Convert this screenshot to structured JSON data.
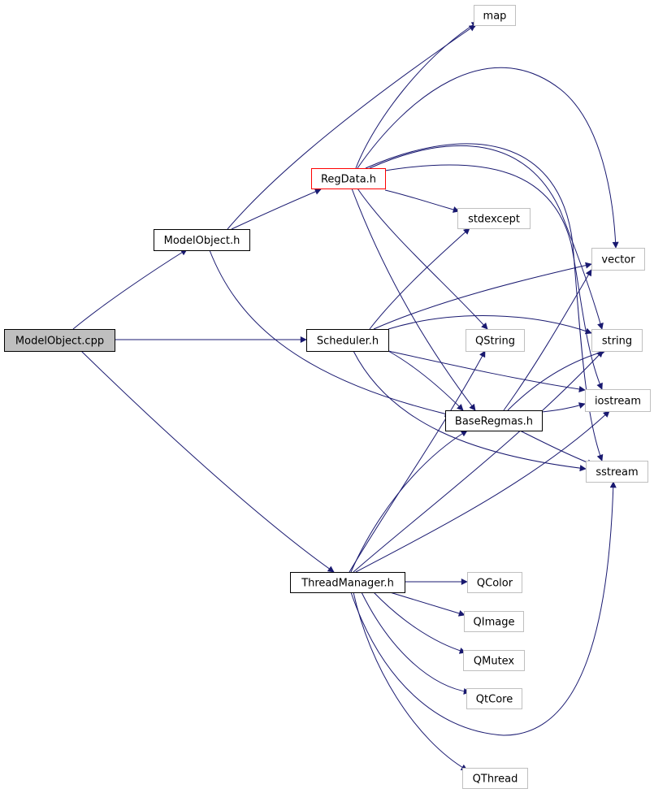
{
  "colors": {
    "edge": "#191970",
    "arrowhead": "#191970",
    "node_border_default": "#000000",
    "node_border_external": "#bfbfbf",
    "node_border_highlight": "#ff0000",
    "node_fill_root": "#bfbfbf",
    "node_fill_default": "#ffffff"
  },
  "nodes": [
    {
      "id": "modelobject-cpp",
      "label": "ModelObject.cpp",
      "kind": "root"
    },
    {
      "id": "modelobject-h",
      "label": "ModelObject.h",
      "kind": "internal"
    },
    {
      "id": "regdata-h",
      "label": "RegData.h",
      "kind": "highlight"
    },
    {
      "id": "scheduler-h",
      "label": "Scheduler.h",
      "kind": "internal"
    },
    {
      "id": "baseregmas-h",
      "label": "BaseRegmas.h",
      "kind": "internal"
    },
    {
      "id": "threadmanager-h",
      "label": "ThreadManager.h",
      "kind": "internal"
    },
    {
      "id": "map",
      "label": "map",
      "kind": "external"
    },
    {
      "id": "stdexcept",
      "label": "stdexcept",
      "kind": "external"
    },
    {
      "id": "vector",
      "label": "vector",
      "kind": "external"
    },
    {
      "id": "qstring",
      "label": "QString",
      "kind": "external"
    },
    {
      "id": "string",
      "label": "string",
      "kind": "external"
    },
    {
      "id": "iostream",
      "label": "iostream",
      "kind": "external"
    },
    {
      "id": "sstream",
      "label": "sstream",
      "kind": "external"
    },
    {
      "id": "qcolor",
      "label": "QColor",
      "kind": "external"
    },
    {
      "id": "qimage",
      "label": "QImage",
      "kind": "external"
    },
    {
      "id": "qmutex",
      "label": "QMutex",
      "kind": "external"
    },
    {
      "id": "qtcore",
      "label": "QtCore",
      "kind": "external"
    },
    {
      "id": "qthread",
      "label": "QThread",
      "kind": "external"
    }
  ],
  "edges": [
    {
      "from": "modelobject-cpp",
      "to": "modelobject-h"
    },
    {
      "from": "modelobject-cpp",
      "to": "scheduler-h"
    },
    {
      "from": "modelobject-cpp",
      "to": "threadmanager-h"
    },
    {
      "from": "modelobject-h",
      "to": "map"
    },
    {
      "from": "modelobject-h",
      "to": "regdata-h"
    },
    {
      "from": "modelobject-h",
      "to": "baseregmas-h"
    },
    {
      "from": "regdata-h",
      "to": "map"
    },
    {
      "from": "regdata-h",
      "to": "vector"
    },
    {
      "from": "regdata-h",
      "to": "stdexcept"
    },
    {
      "from": "regdata-h",
      "to": "string"
    },
    {
      "from": "regdata-h",
      "to": "iostream"
    },
    {
      "from": "regdata-h",
      "to": "sstream"
    },
    {
      "from": "regdata-h",
      "to": "qstring"
    },
    {
      "from": "regdata-h",
      "to": "baseregmas-h"
    },
    {
      "from": "scheduler-h",
      "to": "stdexcept"
    },
    {
      "from": "scheduler-h",
      "to": "vector"
    },
    {
      "from": "scheduler-h",
      "to": "string"
    },
    {
      "from": "scheduler-h",
      "to": "iostream"
    },
    {
      "from": "scheduler-h",
      "to": "baseregmas-h"
    },
    {
      "from": "scheduler-h",
      "to": "sstream"
    },
    {
      "from": "baseregmas-h",
      "to": "vector"
    },
    {
      "from": "baseregmas-h",
      "to": "string"
    },
    {
      "from": "baseregmas-h",
      "to": "iostream"
    },
    {
      "from": "baseregmas-h",
      "to": "sstream"
    },
    {
      "from": "threadmanager-h",
      "to": "qstring"
    },
    {
      "from": "threadmanager-h",
      "to": "baseregmas-h"
    },
    {
      "from": "threadmanager-h",
      "to": "string"
    },
    {
      "from": "threadmanager-h",
      "to": "iostream"
    },
    {
      "from": "threadmanager-h",
      "to": "sstream"
    },
    {
      "from": "threadmanager-h",
      "to": "qcolor"
    },
    {
      "from": "threadmanager-h",
      "to": "qimage"
    },
    {
      "from": "threadmanager-h",
      "to": "qmutex"
    },
    {
      "from": "threadmanager-h",
      "to": "qtcore"
    },
    {
      "from": "threadmanager-h",
      "to": "qthread"
    }
  ]
}
